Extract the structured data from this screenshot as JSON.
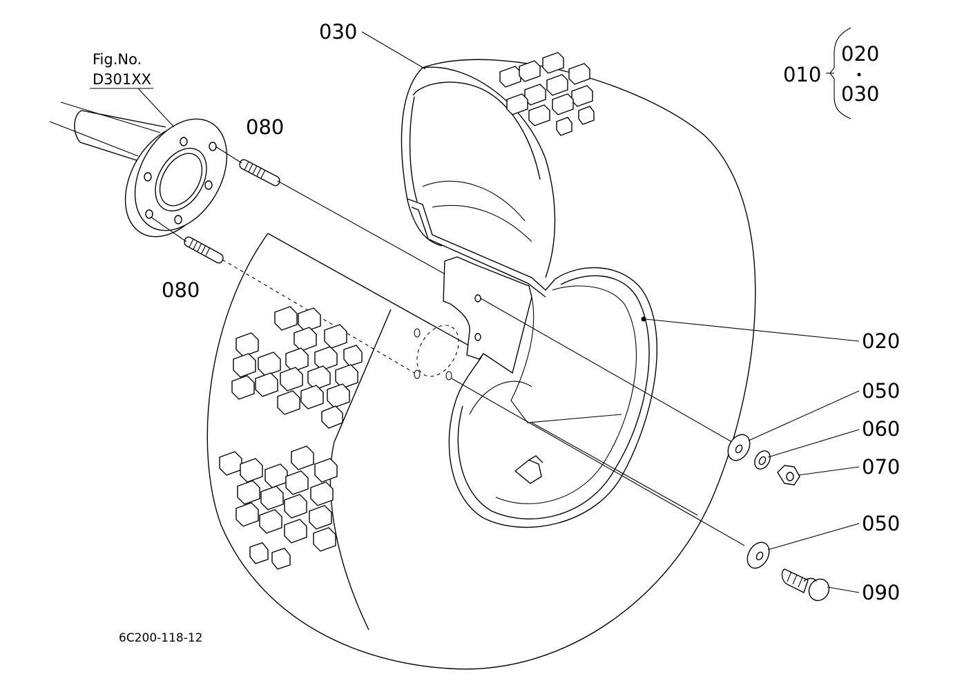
{
  "figure": {
    "fig_label": "Fig.No.",
    "fig_ref": "D301XX",
    "drawing_code": "6C200-118-12"
  },
  "assembly": {
    "label": "010",
    "items": [
      "020",
      "030"
    ]
  },
  "callouts": {
    "tire": "030",
    "rim": "020",
    "stud_upper": "080",
    "stud_lower": "080",
    "washer_upper": "050",
    "lock_washer": "060",
    "nut": "070",
    "washer_lower": "050",
    "bolt": "090"
  }
}
